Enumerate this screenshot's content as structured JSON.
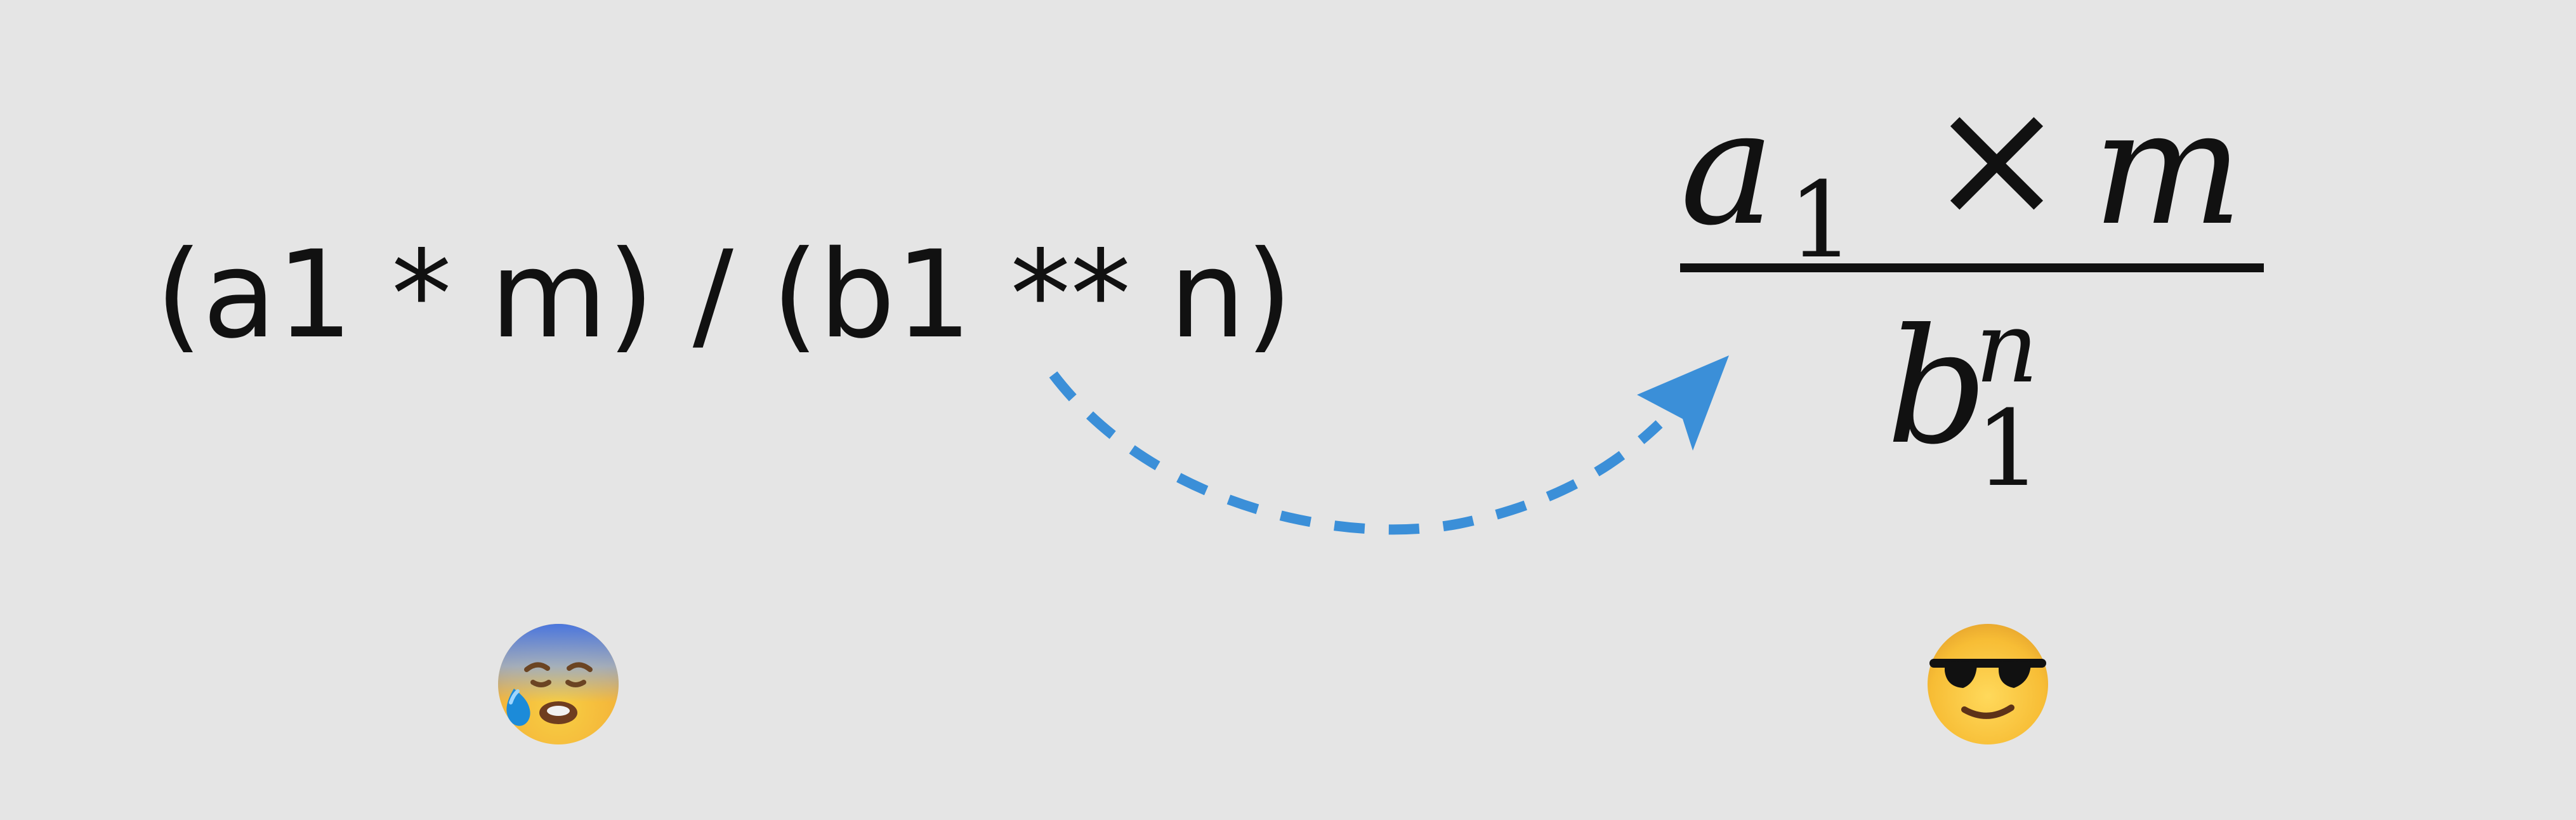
{
  "diagram": {
    "code_expression": "(a1 * m) / (b1 ** n)",
    "math_numerator": {
      "base": "a",
      "subscript": "1",
      "operator": "×",
      "variable": "m"
    },
    "math_denominator": {
      "base": "b",
      "superscript": "n",
      "subscript": "1"
    },
    "arrow_color": "#3b8fd8",
    "background_color": "#e5e5e5",
    "left_emoji": "anxious-face-with-sweat-icon",
    "right_emoji": "sunglasses-face-icon"
  }
}
